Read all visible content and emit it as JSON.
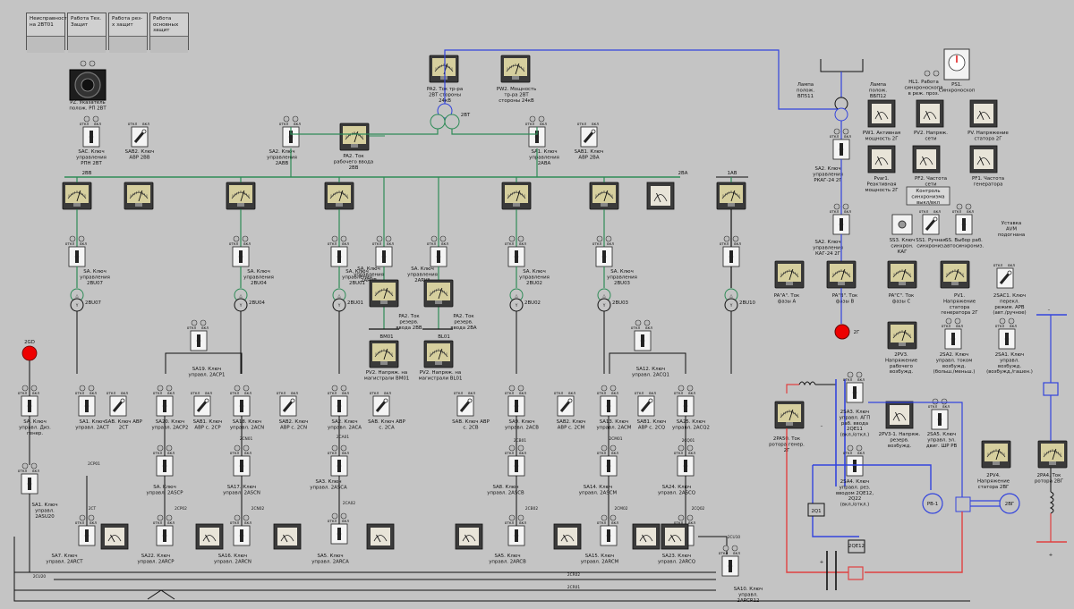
{
  "alarms": [
    "Неисправность на 2ВТ01",
    "Работа Тех. Защит",
    "Работа рез-х защит",
    "Работа основных защит"
  ],
  "top": {
    "pz": "PZ. Указатель полож. РП 2ВТ",
    "sac": "SAC. Ключ управления РПН 2ВТ",
    "sab2": "SAB2. Ключ АВР 2ВВ",
    "sa2_2avv": "SA2. Ключ управления 2АВВ",
    "pa2_2vv": "PA2. Ток рабочего ввода 2ВВ",
    "pa2_tr": "PA2. Ток тр-ра 2ВТ стороны 24кВ",
    "pw2_tr": "PW2. Мощность тр-ра 2ВТ стороны 24кВ",
    "trafo": "2ВТ",
    "sa1_2ava": "SA1. Ключ управления 2АВА",
    "sab1": "SAB1. Ключ АВР 2ВА",
    "bus_2vv": "2ВВ",
    "bus_2va": "2ВА",
    "bus_1av": "1АВ"
  },
  "switch_labels": {
    "off": "откл",
    "on": "вкл"
  },
  "sections": [
    {
      "key": "SA. Ключ управления 2BU07",
      "bus": "2BU07"
    },
    {
      "key": "SA. Ключ управления 2BU04",
      "bus": "2BU04"
    },
    {
      "key": "SA. Ключ управления 2BU01",
      "bus": "2BU01"
    },
    {
      "key": "SA. Ключ управления 2BU02",
      "bus": "2BU02"
    },
    {
      "key": "SA. Ключ управления 2BU03",
      "bus": "2BU03"
    },
    {
      "key": "",
      "bus": "2BU10"
    }
  ],
  "reserve": {
    "sa_2arvv": "SA. Ключ управления 2ARVB",
    "sa_2arva": "SA. Ключ управления 2ARVA",
    "pa2_rvv": "PA2. Ток резерв. ввода 2ВВ",
    "pa2_rva": "PA2. Ток резерв. ввода 2ВА",
    "bm01": "BM01",
    "bl01": "BL01",
    "pv2_bm01": "PV2. Напряж. на магистрали BM01",
    "pv2_bl01": "PV2. Напряж. на магистрали BL01"
  },
  "lower": {
    "gd": "2GD",
    "sa_dg": "SA. Ключ управл. Диз. генер.",
    "sa1_2ast": "SA1. Ключ управл. 2ACT",
    "sab_2st": "SAB. Ключ АВР 2CT",
    "sa20": "SA20. Ключ управл. 2ACP2",
    "sab1_2sp": "SAB1. Ключ АВР с. 2CP",
    "sa18": "SA18. Ключ управл. 2ACN",
    "sab2_2sn": "SAB2. Ключ АВР с. 2CN",
    "sa2_2aca": "SA2. Ключ управл. 2ACA",
    "sab_2sa": "SAB. Ключ АВР с. 2CA",
    "sab_2sb": "SAB. Ключ АВР с. 2CB",
    "sa9": "SA9. Ключ управл. 2ACB",
    "sab2_2sm": "SAB2. Ключ АВР с. 2CM",
    "sa13": "SA13. Ключ управл. 2ACM",
    "sab1_2sq": "SAB1. Ключ АВР с. 2CQ",
    "sa25": "SA25. Ключ управл. 2ACQ2",
    "sa19": "SA19. Ключ управл. 2ACP1",
    "sa12": "SA12. Ключ управл. 2ACQ1",
    "sa1_2asu20": "SA1. Ключ управл. 2ASU20",
    "sa_2ascp": "SA. Ключ управл. 2ASCP",
    "sa17": "SA17. Ключ управл. 2ASCN",
    "sa3": "SA3. Ключ управл. 2ASCA",
    "sa8": "SA8. Ключ управл. 2ASCB",
    "sa14": "SA14. Ключ управл. 2ASCM",
    "sa24": "SA24. Ключ управл. 2ASCQ",
    "sa7": "SA7. Ключ управл. 2ARCT",
    "sa22": "SA22. Ключ управл. 2ARCP",
    "sa16": "SA16. Ключ управл. 2ARCN",
    "sa5_arca": "SA5. Ключ управл. 2ARCA",
    "sa5_arcb": "SA5. Ключ управл. 2ARCB",
    "sa15": "SA15. Ключ управл. 2ARCM",
    "sa23": "SA23. Ключ управл. 2ARCQ",
    "sa10": "SA10. Ключ управл. 2ARCR12",
    "bus": {
      "2st": "2CT",
      "2cp01": "2CP01",
      "2cn01": "2CN01",
      "2ca01": "2CA01",
      "2cb01": "2CB01",
      "2cm01": "2CM01",
      "2cq01": "2CQ01",
      "2cp02": "2CP02",
      "2cn02": "2CN02",
      "2ca02": "2CA02",
      "2cb02": "2CB02",
      "2cm02": "2CM02",
      "2cq02": "2CQ02",
      "2cu20": "2CU20",
      "2cr01": "2CR01",
      "2cr02": "2CR02",
      "2cu10": "2CU10"
    }
  },
  "generator": {
    "lamp1": "Лампа полож. ВП511",
    "lamp2": "Лампа полож. ВБП12",
    "hl1": "HL1. Работа синхроноскопа в реж. проз.",
    "ps1": "PS1. Синхроноскоп",
    "pw1": "PW1. Активная мощность 2Г",
    "pv2": "PV2. Напряж. сети",
    "pv": "PV. Напряжение статора 2Г",
    "pvar1": "Pvar1. Реактивная мощность 2Г",
    "pf2": "PF2. Частота сети",
    "pf1": "PF1. Частота генератора",
    "sa2_rkag": "SA2. Ключ управления РКАГ-24 2Г",
    "control_btn": "Контроль синхронизма выкл/вкл",
    "ss3": "SS3. Ключ синхрон. КАГ",
    "ss1": "SS1. Ручная синхрониз.",
    "ss": "SS. Выбор раб. автосинхрониз.",
    "avm": "Уставка АVM подогнана",
    "sa2_kag": "SA2. Ключ управления КАГ-24 2Г",
    "paa": "PA\"A\". Ток фазы А",
    "pab": "PA\"B\". Ток фазы В",
    "pac": "PA\"C\". Ток фазы С",
    "pv1": "PV1. Напряжение статора генератора 2Г",
    "sac1": "2SAC1. Ключ перекл. режим. АРВ (авт./ручное)",
    "g2": "2Г",
    "pv3": "2PV3. Напряжение рабочего возбужд.",
    "sa2_vozb": "2SA2. Ключ управл. током возбужд. (больш./меньш.)",
    "sa1_vozb": "2SA1. Ключ управл. возбужд. (возбужд./гашен.)",
    "sa3": "2SA3. Ключ управл. АГП раб. ввода 2QE11 (вкл./откл.)",
    "pv3_1": "2PV3-1. Напряж. резерв. возбужд.",
    "sa5": "2SA5. Ключ управл. эл. двиг. ШР РВ",
    "pa50": "2PA50. Ток ротора генер. 2Г",
    "sa4": "2SA4. Ключ управл. рез. вводом 2QE12, 2Q22 (вкл./откл.)",
    "pv4": "2PV4. Напряжение статора 2ВГ",
    "pa4": "2PA4. Ток ротора 2ВГ",
    "q1": "2Q1",
    "qe12": "2QE12",
    "rv1": "РВ-1",
    "vg2": "2ВГ",
    "minus": "–",
    "plus": "+"
  },
  "colors": {
    "bus_green": "#2e8b57",
    "blue": "#3344dd",
    "red": "#dd0000",
    "lamp_red": "#ee0000",
    "meter_face": "#d6cf9e",
    "panel": "#c4c4c4"
  }
}
